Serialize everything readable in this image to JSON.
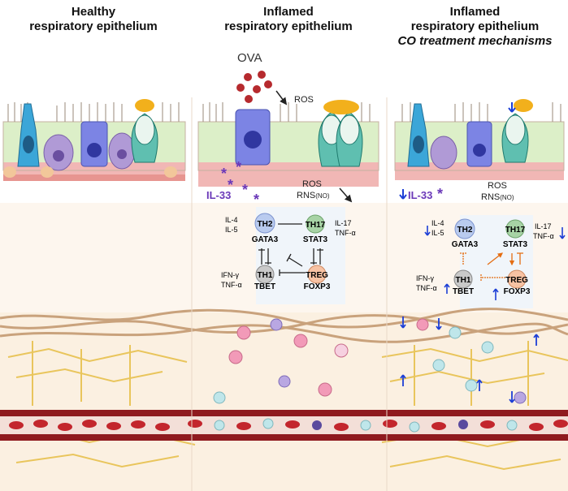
{
  "headers": {
    "healthy": [
      "Healthy",
      "respiratory epithelium"
    ],
    "inflamed": [
      "Inflamed",
      "respiratory epithelium"
    ],
    "treatment": [
      "Inflamed",
      "respiratory epithelium",
      "CO treatment mechanisms"
    ]
  },
  "labels": {
    "ova": "OVA",
    "ros": "ROS",
    "ros2": "ROS",
    "rns": "RNS",
    "no": "(NO)",
    "il33": "IL-33",
    "il4": "IL-4",
    "il5": "IL-5",
    "il17": "IL-17",
    "tnfa": "TNF-α",
    "ifng": "IFN-γ",
    "th2": "TH2",
    "gata3": "GATA3",
    "th17": "TH17",
    "stat3": "STAT3",
    "th1": "TH1",
    "tbet": "TBET",
    "treg": "TREG",
    "foxp3": "FOXP3"
  },
  "colors": {
    "bg_background": "#f3dcce",
    "cilia_layer": "#dcefc8",
    "basement": "#f1b7b5",
    "th2": "#b9cbef",
    "th17": "#a7d3a5",
    "th1": "#c9c9c9",
    "treg": "#f7c2a3",
    "il33": "#6a38b8",
    "arrow_blue": "#1d3fd6",
    "arrow_orange": "#e46d12",
    "vessel": "#8f1a1f",
    "rbc": "#c3262d",
    "fiber": "#e9c55c",
    "collagen": "#c9a27c"
  }
}
